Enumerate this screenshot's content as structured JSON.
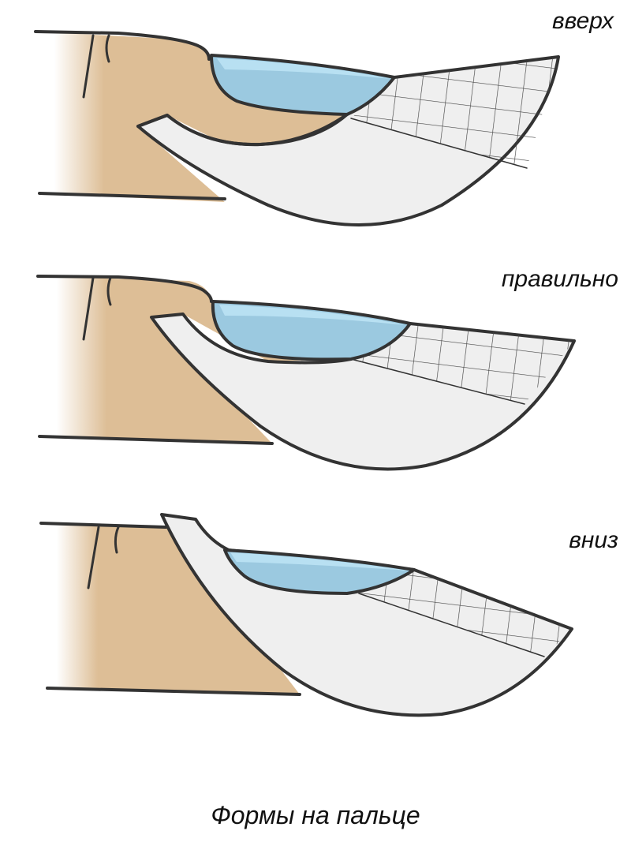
{
  "title": "Формы на пальце",
  "panels": [
    {
      "label": "вверх"
    },
    {
      "label": "правильно"
    },
    {
      "label": "вниз"
    }
  ],
  "colors": {
    "skin": "#DDBE96",
    "nail": "#9BC9E0",
    "nail_highlight": "#B8E0F2",
    "form": "#EFEFEF",
    "outline": "#333333"
  }
}
